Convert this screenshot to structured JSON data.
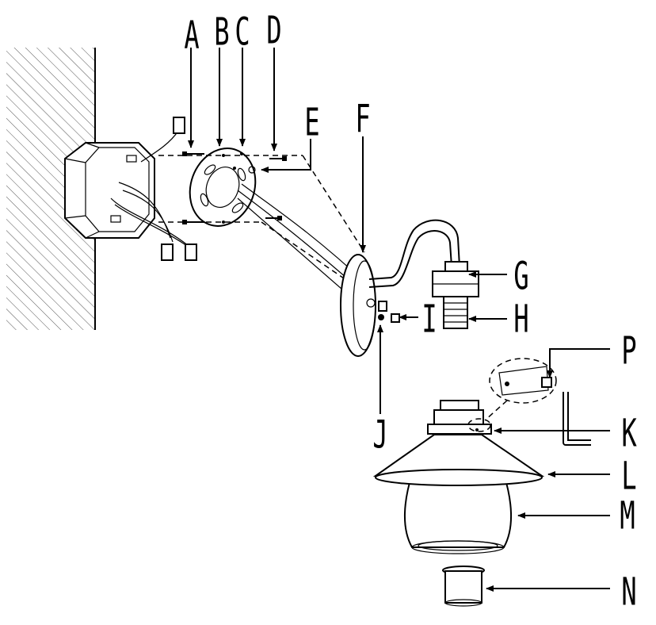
{
  "labels": {
    "A": "A",
    "B": "B",
    "C": "C",
    "D": "D",
    "E": "E",
    "F": "F",
    "G": "G",
    "H": "H",
    "I": "I",
    "J": "J",
    "K": "K",
    "L": "L",
    "M": "M",
    "N": "N",
    "P": "P"
  },
  "colors": {
    "ink": "#000000",
    "paper": "#ffffff"
  }
}
